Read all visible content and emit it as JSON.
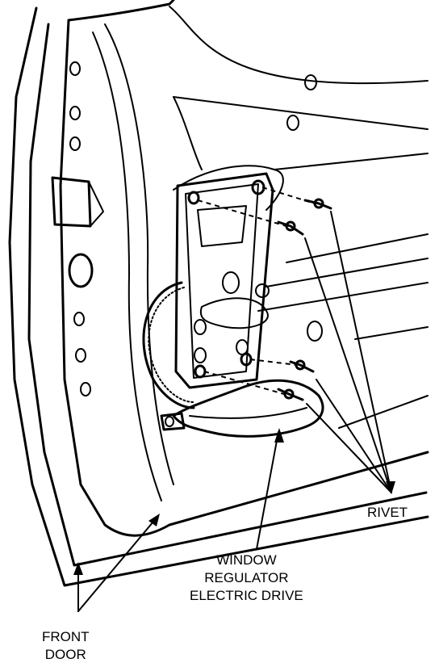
{
  "labels": {
    "rivet": "RIVET",
    "window_regulator": [
      "WINDOW",
      "REGULATOR",
      "ELECTRIC DRIVE"
    ],
    "front_door": [
      "FRONT",
      "DOOR"
    ]
  }
}
